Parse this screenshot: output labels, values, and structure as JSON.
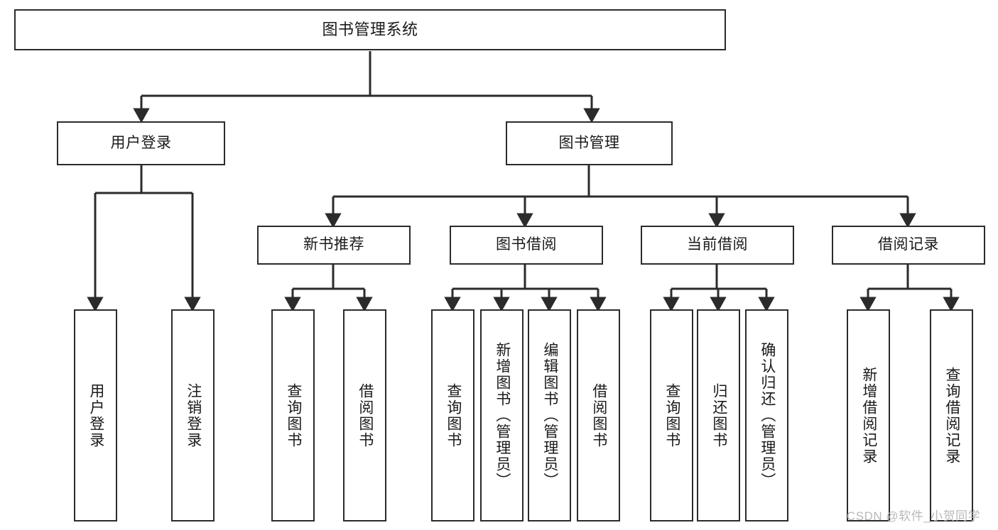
{
  "diagram": {
    "title": "图书管理系统",
    "type": "tree",
    "watermark": "CSDN @软件_小贺同学",
    "levels": {
      "root": {
        "label": "图书管理系统"
      },
      "level2": [
        {
          "label": "用户登录"
        },
        {
          "label": "图书管理"
        }
      ],
      "level3": [
        {
          "label": "新书推荐"
        },
        {
          "label": "图书借阅"
        },
        {
          "label": "当前借阅"
        },
        {
          "label": "借阅记录"
        }
      ],
      "leaves": {
        "user_login": [
          {
            "label": "用户登录"
          },
          {
            "label": "注销登录"
          }
        ],
        "new_book_recommend": [
          {
            "label": "查询图书"
          },
          {
            "label": "借阅图书"
          }
        ],
        "book_borrow": [
          {
            "label": "查询图书"
          },
          {
            "label": "新增图书（管理员）"
          },
          {
            "label": "编辑图书（管理员）"
          },
          {
            "label": "借阅图书"
          }
        ],
        "current_borrow": [
          {
            "label": "查询图书"
          },
          {
            "label": "归还图书"
          },
          {
            "label": "确认归还（管理员）"
          }
        ],
        "borrow_record": [
          {
            "label": "新增借阅记录"
          },
          {
            "label": "查询借阅记录"
          }
        ]
      }
    },
    "colors": {
      "stroke": "#2b2b2b",
      "fill": "#ffffff",
      "text": "#1a1a1a",
      "watermark": "#b9b9b9"
    }
  }
}
